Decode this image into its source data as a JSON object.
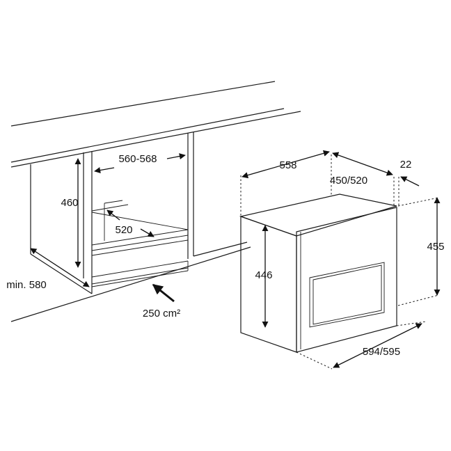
{
  "labels": {
    "niche_width": "560-568",
    "niche_height": "460",
    "niche_depth": "520",
    "min_depth": "min. 580",
    "vent_area": "250 cm²",
    "oven_depth_total": "558",
    "oven_depth_body": "450/520",
    "front_thickness": "22",
    "front_height": "455",
    "body_height": "446",
    "front_width": "594/595"
  },
  "colors": {
    "line": "#1a1a1a",
    "background": "#ffffff"
  }
}
